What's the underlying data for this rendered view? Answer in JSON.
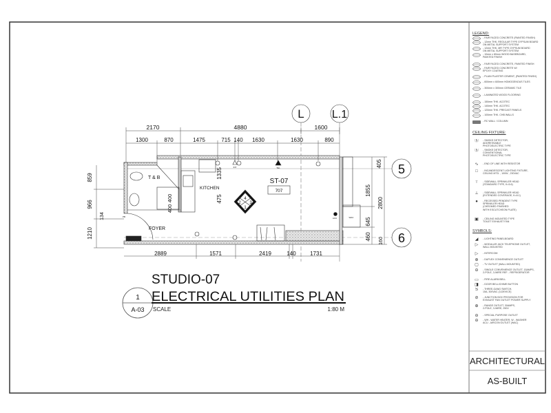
{
  "sheet": {
    "title_line1": "STUDIO-07",
    "title_line2": "ELECTRICAL UTILITIES PLAN",
    "scale_label": "SCALE",
    "scale_value": "1:80 M",
    "detail_number": "1",
    "sheet_number": "A-03",
    "discipline": "ARCHITECTURAL",
    "status": "AS-BUILT"
  },
  "plan": {
    "grid_columns": [
      "L",
      "L.1"
    ],
    "grid_rows": [
      "5",
      "6"
    ],
    "unit_label": "ST-07",
    "unit_number": "707",
    "rooms": {
      "tb": "T & B",
      "kitchen": "KITCHEN",
      "foyer": "FOYER"
    },
    "orientation_key": [
      "4",
      "2",
      "3",
      "1"
    ],
    "device_tags": {
      "tel": "TEL",
      "int": "INT",
      "acu": "ACU",
      "wac": "WAC",
      "pb": "PB"
    },
    "top_dims_overall": [
      "2170",
      "4880",
      "1600"
    ],
    "top_dims_detail": [
      "1300",
      "870",
      "1475",
      "715",
      "140",
      "1630",
      "1630",
      "890"
    ],
    "bottom_dims": [
      "2889",
      "1571",
      "2419",
      "140",
      "1731"
    ],
    "left_dims": [
      "859",
      "966",
      "1210",
      "134"
    ],
    "right_dims_inner": [
      "405",
      "1855",
      "645",
      "460"
    ],
    "right_dims_outer": [
      "2800",
      "160"
    ],
    "kitchen_dims": [
      "1335",
      "475",
      "400",
      "400"
    ]
  },
  "legend": {
    "title": "LEGEND:",
    "items": [
      "- FAIR FACED CONCRETE (PAINTED FINISH)",
      "- 12mm THK. REGULAR TYPE GYPSUM BOARD\nON METAL SUPPORT SYSTEM",
      "- 12mm THK. MR TYPE GYPSUM BOARD\nON METAL SUPPORT SYSTEM",
      "- 10mm x 80mm WOOD BASEBOARD,\nPAINTED FINISH",
      "- FAIR FACED CONCRETE, PAINTED FINISH",
      "- FAIR FACED CONCRETE W/\nEPOXY COATING",
      "- PLAIN PLASTER CEMENT, (PAINTED FINISH)",
      "- 600mm x 600mm HOMOGENOUS TILES",
      "- 300mm x 300mm CERAMIC TILE",
      "- LAMINATED WOOD FLOORING",
      "- 150mm THK. ACOTEC",
      "- 140mm THK. ACOTEC",
      "- 120mm THK. PRECAST PANELS",
      "- 100mm THK. CHB WALLS",
      "- RC WALL / COLUMN"
    ]
  },
  "ceiling_fixture": {
    "title": "CEILING FIXTURE:",
    "items": [
      "- SMOKE DETECTOR,\nADDRESSABLE\nPHOTOELECTRIC TYPE",
      "- SMOKE DETECTOR,\nCONVENTIONAL\nPHOTOELECTRIC TYPE",
      "- END OF LINE WITH RESISTOR",
      "- INCANDESCENT LIGHTING FIXTURE,\nCEILING MTD. , 100W , 230VAC",
      "- SIDEWALL SPRINKLER HEAD\n(STANDARD TYPE, K=5.6)",
      "- SIDEWALL SPRINKLER HEAD\n(EXTENDED COVERAGE, K=8.1)",
      "- RECESSED PENDENT TYPE\nSPRINKLER HEAD\n(CHROMED FINISHED\nWITH ESCUTCHEON PLATE)",
      "- CEILING MOUNTED TYPE\nTOILET EXHAUST FAN"
    ]
  },
  "symbols": {
    "title": "SYMBOLS:",
    "items": [
      "- LIGHTING PANELBOARD",
      "- MODULAR JACK TELEPHONE OUTLET,\nWALL MOUNTED",
      "- INTERCOM",
      "- DUPLEX CONVENIENCE OUTLET",
      "- TV OUTLET (WALL MOUNTED)",
      "- SINGLE CONVENIENCE OUTLET, 15AMPS,\n2-POLE, 3-WIRE REF. - REFRIGERATOR",
      "- FIRE ALARM BELL",
      "- DOOR BELL/CHIME BUTTON",
      "- THREE-GANG SWITCH,\n15A, 300VAC (3-DEVICE)",
      "- JUNCTION BOX PROVISION FOR\nEXHAUST FAN OUTLET POWER SUPPLY",
      "- RANGE OUTLET, 30AMPS,\n2-POLE, 3-WIRE, 250V",
      "- SPECIAL PURPOSE OUTLET",
      "- WH - WATER HEATER, W - WASHER\nACU - AIRCON OUTLET (WAC)"
    ]
  }
}
